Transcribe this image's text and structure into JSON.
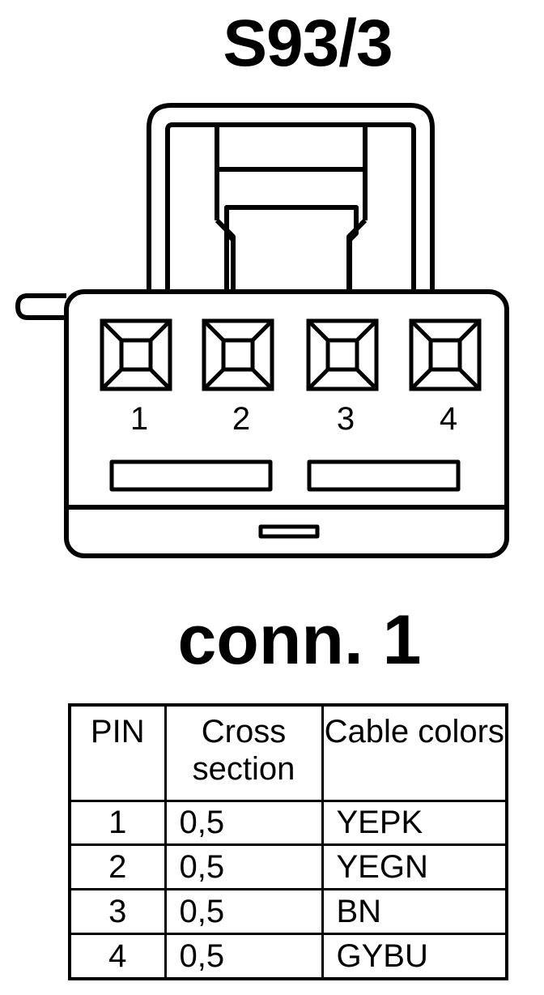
{
  "title": "S93/3",
  "connector_label": "conn. 1",
  "pins": [
    "1",
    "2",
    "3",
    "4"
  ],
  "table": {
    "headers": {
      "pin": "PIN",
      "cross_section": "Cross section",
      "cable_colors": "Cable colors"
    },
    "rows": [
      {
        "pin": "1",
        "cross_section": "0,5",
        "color": "YEPK"
      },
      {
        "pin": "2",
        "cross_section": "0,5",
        "color": "YEGN"
      },
      {
        "pin": "3",
        "cross_section": "0,5",
        "color": "BN"
      },
      {
        "pin": "4",
        "cross_section": "0,5",
        "color": "GYBU"
      }
    ]
  }
}
